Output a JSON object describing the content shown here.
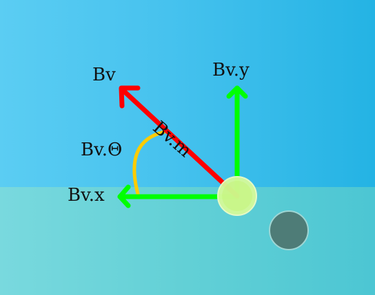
{
  "labels": {
    "bv": "Bv",
    "bv_y": "Bv.y",
    "bv_m": "Bv.m",
    "bv_theta": "Bv.Θ",
    "bv_x": "Bv.x"
  },
  "colors": {
    "sky": "#3fbfee",
    "floor": "#66d2d8",
    "vector_main": "#ff0000",
    "vector_components": "#00ff00",
    "angle_arc": "#ffcc00",
    "ball_active": "#d6fb9a",
    "ball_other": "#4e7c77"
  }
}
